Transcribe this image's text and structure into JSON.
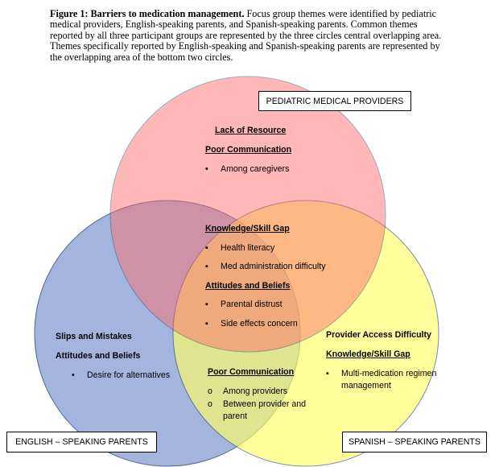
{
  "caption": {
    "figure_label": "Figure 1: Barriers to medication management.",
    "text": "Focus group themes were identified by pediatric medical providers, English-speaking parents, and Spanish-speaking parents. Common themes reported by all three participant groups are represented by the three circles central overlapping area. Themes specifically reported by English-speaking and Spanish-speaking parents are represented by the overlapping area of the bottom two circles."
  },
  "colors": {
    "providers_circle": "#ff6b6b",
    "english_circle": "#93a9d6",
    "spanish_circle": "#ffff66",
    "outline": "#2f4f7f"
  },
  "groups": {
    "providers": "PEDIATRIC MEDICAL PROVIDERS",
    "english": "ENGLISH – SPEAKING PARENTS",
    "spanish": "SPANISH – SPEAKING PARENTS"
  },
  "providers_only": {
    "heading1": "Lack of Resource",
    "heading2": "Poor Communication",
    "bullet1": "Among caregivers"
  },
  "common": {
    "heading1": "Knowledge/Skill Gap",
    "bullet1": "Health literacy",
    "bullet2": "Med administration difficulty",
    "heading2": "Attitudes and Beliefs",
    "bullet3": "Parental distrust",
    "bullet4": "Side effects concern"
  },
  "english_only": {
    "heading1": "Slips and Mistakes",
    "heading2": "Attitudes and Beliefs",
    "bullet1": "Desire for alternatives"
  },
  "spanish_only": {
    "heading1": "Provider Access Difficulty",
    "heading2": "Knowledge/Skill Gap",
    "bullet1_line1": "Multi-medication regimen",
    "bullet1_line2": "management"
  },
  "parents_shared": {
    "heading": "Poor Communication",
    "bullet1": "Among providers",
    "bullet2_line1": "Between provider and",
    "bullet2_line2": "parent"
  }
}
